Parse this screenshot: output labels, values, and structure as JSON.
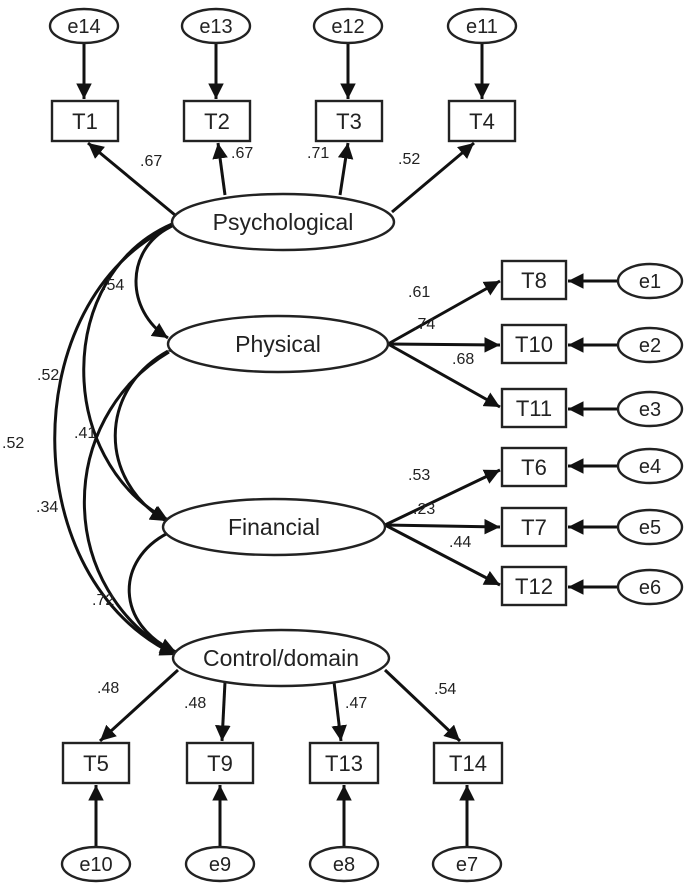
{
  "latents": {
    "psychological": "Psychological",
    "physical": "Physical",
    "financial": "Financial",
    "control": "Control/domain"
  },
  "indicators": {
    "T1": "T1",
    "T2": "T2",
    "T3": "T3",
    "T4": "T4",
    "T5": "T5",
    "T6": "T6",
    "T7": "T7",
    "T8": "T8",
    "T9": "T9",
    "T10": "T10",
    "T11": "T11",
    "T12": "T12",
    "T13": "T13",
    "T14": "T14"
  },
  "errors": {
    "e1": "e1",
    "e2": "e2",
    "e3": "e3",
    "e4": "e4",
    "e5": "e5",
    "e6": "e6",
    "e7": "e7",
    "e8": "e8",
    "e9": "e9",
    "e10": "e10",
    "e11": "e11",
    "e12": "e12",
    "e13": "e13",
    "e14": "e14"
  },
  "loadings": {
    "psy_T1": ".67",
    "psy_T2": ".67",
    "psy_T3": ".71",
    "psy_T4": ".52",
    "phy_T8": ".61",
    "phy_T10": ".74",
    "phy_T11": ".68",
    "fin_T6": ".53",
    "fin_T7": ".23",
    "fin_T12": ".44",
    "ctl_T5": ".48",
    "ctl_T9": ".48",
    "ctl_T13": ".47",
    "ctl_T14": ".54"
  },
  "correlations": {
    "psy_phy": ".54",
    "psy_fin": ".52",
    "psy_ctl": ".52",
    "phy_fin": ".41",
    "phy_ctl": ".34",
    "fin_ctl": ".72"
  },
  "colors": {
    "stroke": "#222222",
    "background": "#ffffff"
  }
}
